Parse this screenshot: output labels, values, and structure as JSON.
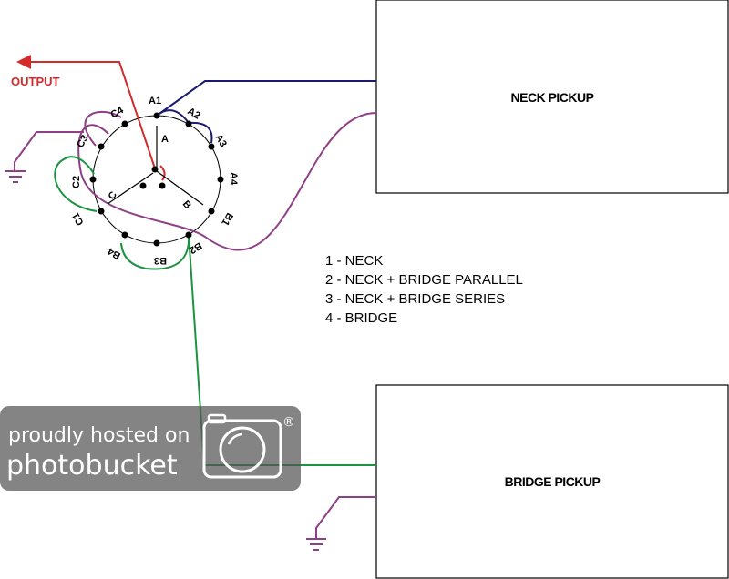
{
  "title_output": "OUTPUT",
  "neck_pickup": "NECK PICKUP",
  "bridge_pickup": "BRIDGE PICKUP",
  "legend": [
    "1 - NECK",
    "2 - NECK + BRIDGE PARALLEL",
    "3 - NECK + BRIDGE SERIES",
    "4 - BRIDGE"
  ],
  "switch": {
    "poles": [
      "A",
      "B",
      "C"
    ],
    "lugs": [
      "A1",
      "A2",
      "A3",
      "A4",
      "B1",
      "B2",
      "B3",
      "B4",
      "C1",
      "C2",
      "C3",
      "C4"
    ]
  },
  "watermark": {
    "line1": "proudly hosted on",
    "line2": "photobucket",
    "mark": "®"
  },
  "colors": {
    "output": "#d42a2a",
    "hot": "#1a1a6e",
    "neck_wire": "#8e3f86",
    "bridge_wire": "#1a9440",
    "ground": "#8e3f86"
  }
}
